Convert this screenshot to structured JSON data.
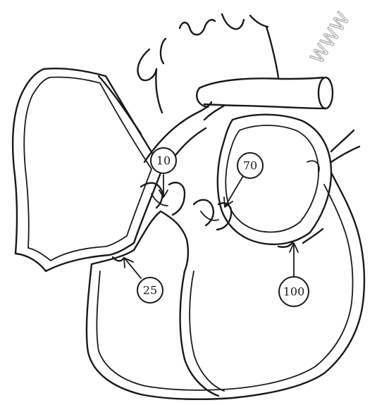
{
  "diagram": {
    "watermark": "WWW",
    "labels": [
      {
        "id": "pulmonary-valve",
        "value": "10"
      },
      {
        "id": "aortic-valve",
        "value": "70"
      },
      {
        "id": "tricuspid-valve",
        "value": "25"
      },
      {
        "id": "mitral-valve",
        "value": "100"
      }
    ]
  },
  "colors": {
    "line": "#1a1a1a",
    "background": "#ffffff",
    "watermark": "#9a9a9a"
  }
}
